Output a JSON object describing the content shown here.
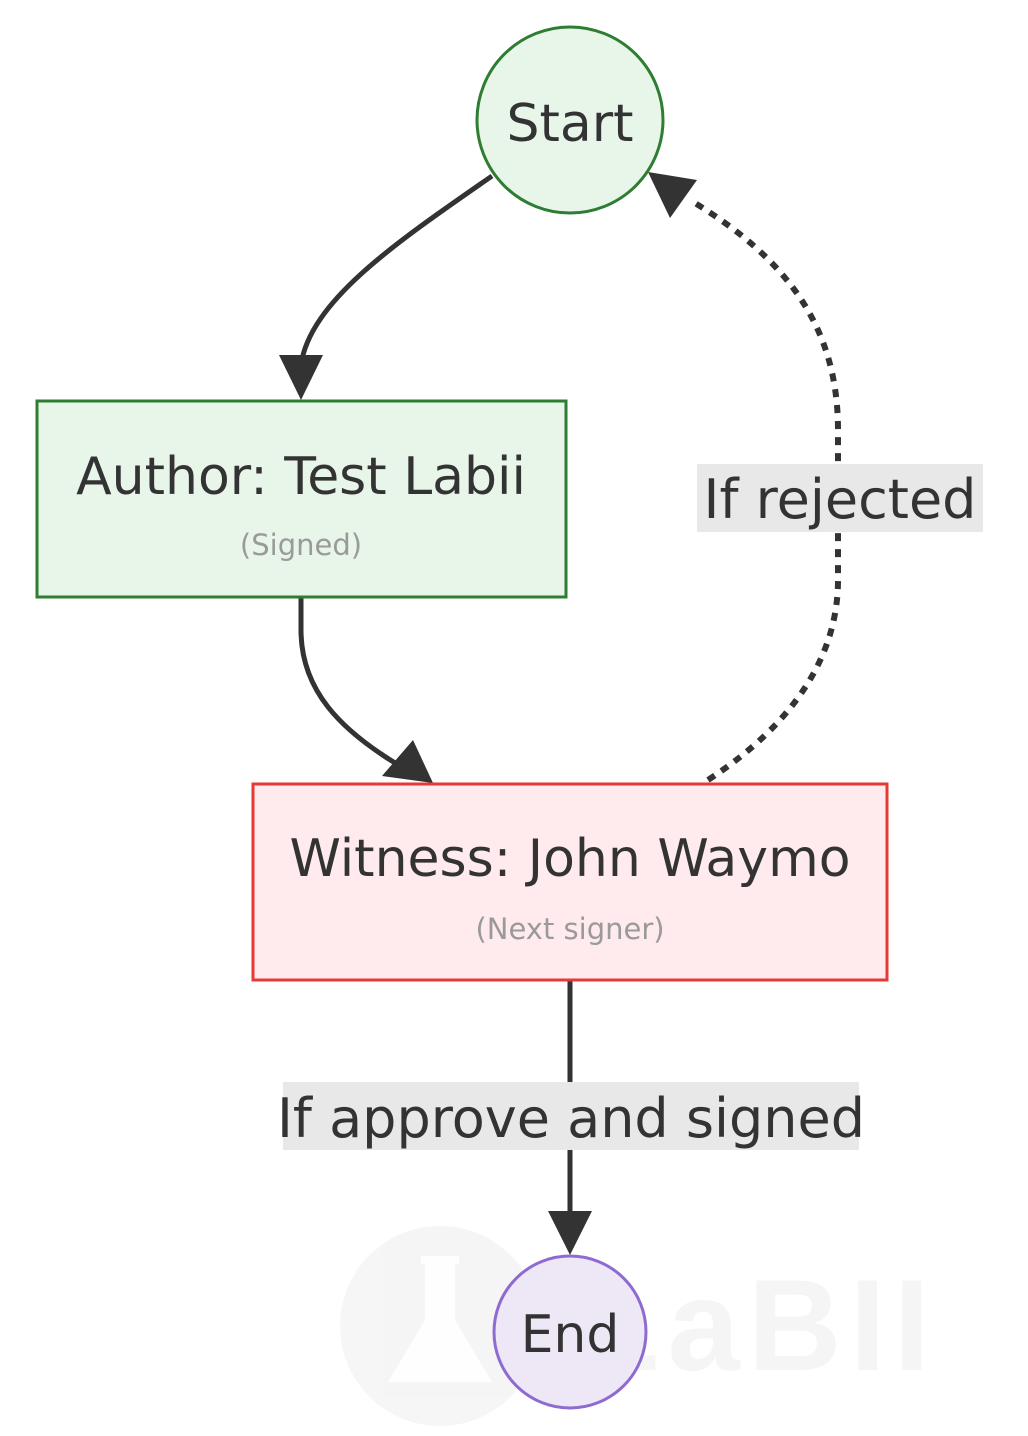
{
  "watermark": {
    "text": "LaBII",
    "logo": "flask-icon"
  },
  "nodes": {
    "start": {
      "label": "Start",
      "fill": "#e8f5e9",
      "stroke": "#2e7d32"
    },
    "author": {
      "label": "Author: Test Labii",
      "sublabel": "(Signed)",
      "fill": "#e8f5e9",
      "stroke": "#2e7d32"
    },
    "witness": {
      "label": "Witness: John Waymo",
      "sublabel": "(Next signer)",
      "fill": "#ffebee",
      "stroke": "#e53935"
    },
    "end": {
      "label": "End",
      "fill": "#ede7f6",
      "stroke": "#8e6bd1"
    }
  },
  "edges": {
    "start_to_author": {
      "style": "solid"
    },
    "author_to_witness": {
      "style": "solid"
    },
    "witness_to_start": {
      "style": "dotted",
      "label": "If rejected"
    },
    "witness_to_end": {
      "style": "solid",
      "label": "If approve and signed"
    }
  },
  "colors": {
    "edge": "#333333",
    "edge_label_bg": "#e8e8e8"
  }
}
